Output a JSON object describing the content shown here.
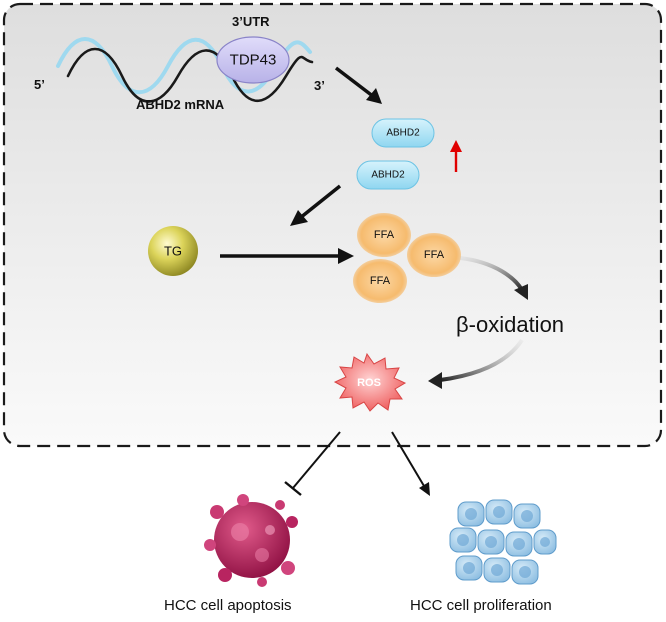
{
  "mrna": {
    "five_prime": "5’",
    "three_prime": "3’",
    "utr_label": "3’UTR",
    "tdp43_label": "TDP43",
    "mrna_label": "ABHD2  mRNA"
  },
  "proteins": {
    "abhd2_top": "ABHD2",
    "abhd2_bottom": "ABHD2"
  },
  "lipids": {
    "tg_label": "TG",
    "ffa_1": "FFA",
    "ffa_2": "FFA",
    "ffa_3": "FFA"
  },
  "process": {
    "beta_oxidation": "β-oxidation",
    "ros": "ROS"
  },
  "outcomes": {
    "apoptosis": "HCC cell apoptosis",
    "proliferation": "HCC cell proliferation"
  },
  "colors": {
    "panel_border": "#1a1a1a",
    "tdp43_fill": "#c9c4ee",
    "abhd2_fill": "#a9e4f7",
    "ffa_fill": "#f8c27d",
    "tg_fill": "#d9d253",
    "ros_fill": "#f06b6b",
    "up_arrow": "#e00000",
    "apoptosis_cell": "#b01a55",
    "proliferation_cell": "#7fb5de"
  }
}
